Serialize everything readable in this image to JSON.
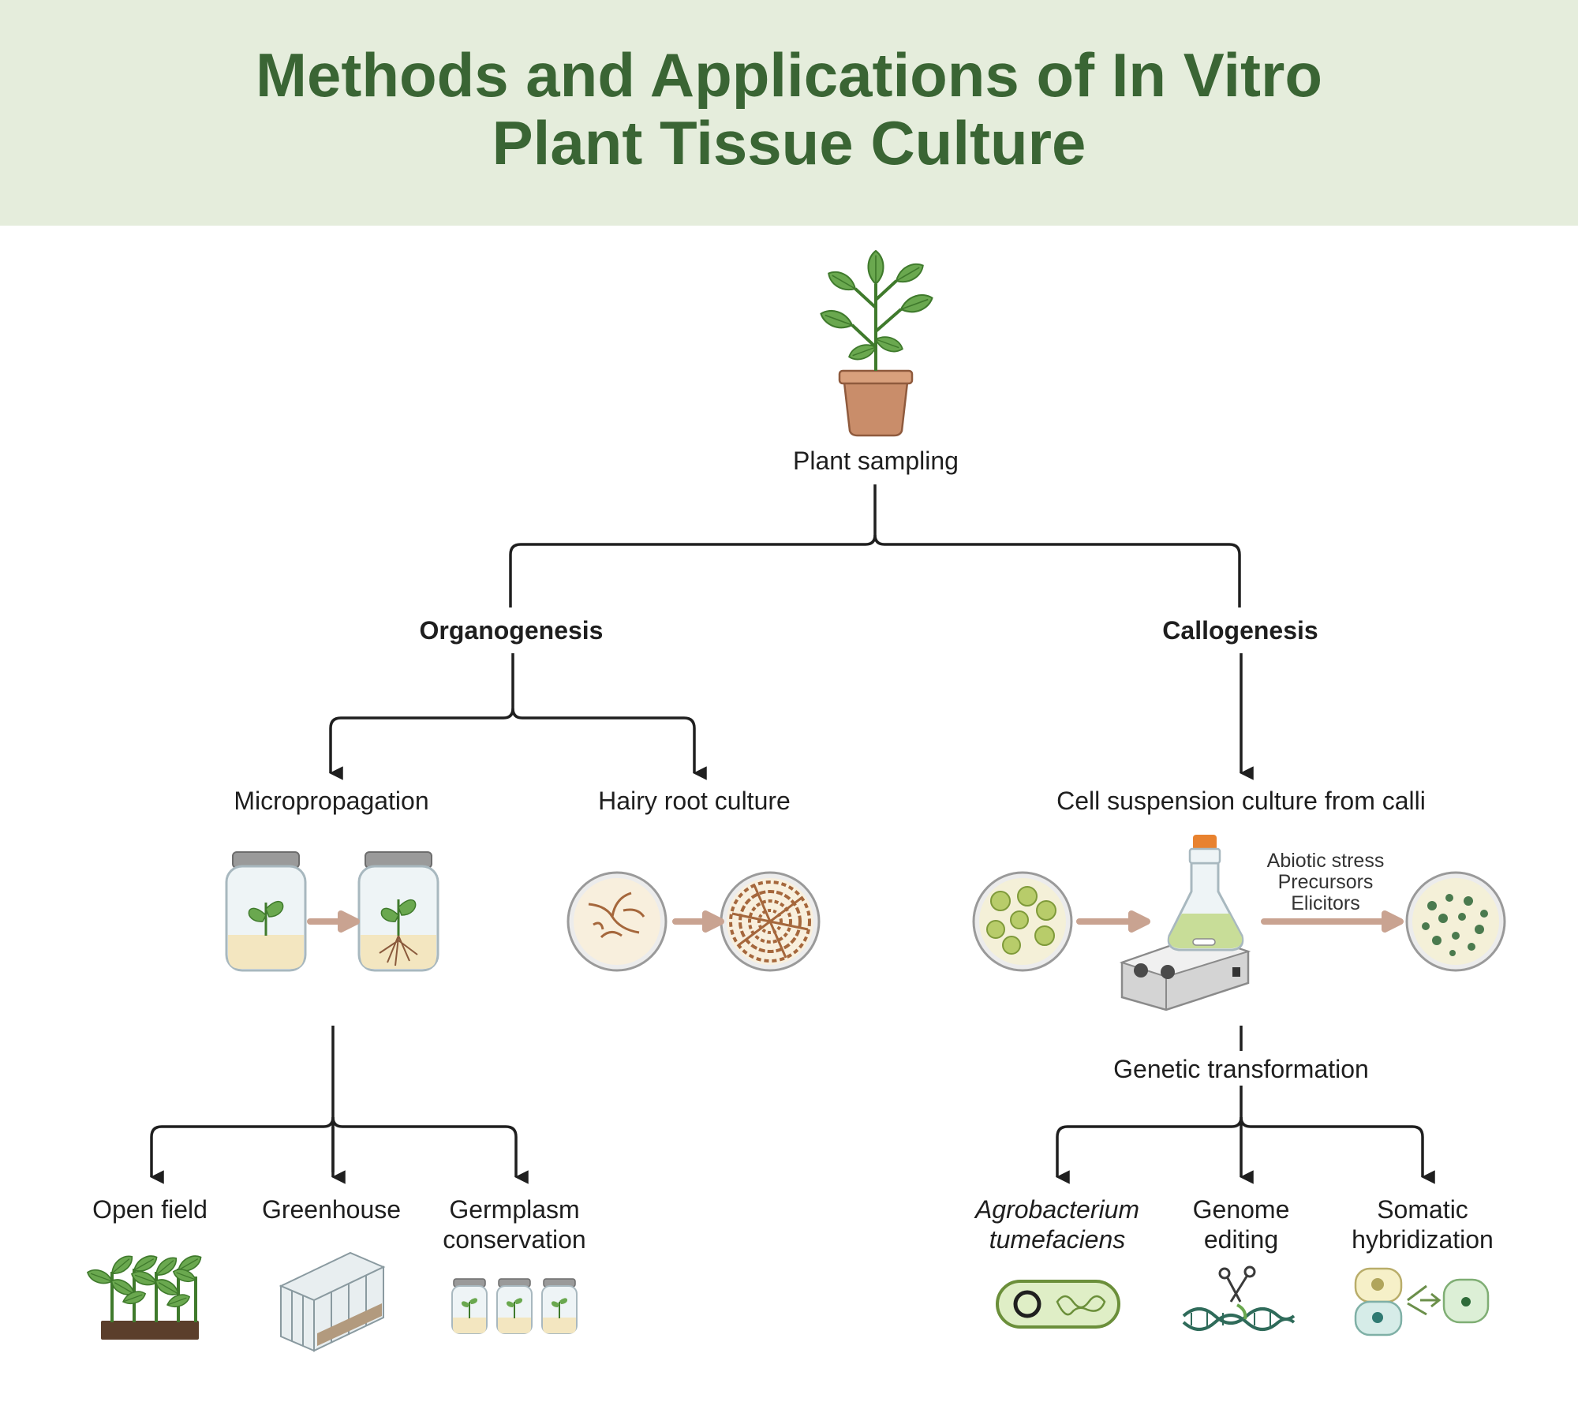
{
  "title": {
    "line1": "Methods and Applications of In Vitro",
    "line2": "Plant Tissue Culture"
  },
  "nodes": {
    "plant_sampling": "Plant sampling",
    "organogenesis": "Organogenesis",
    "callogenesis": "Callogenesis",
    "micropropagation": "Micropropagation",
    "hairy_root": "Hairy root culture",
    "cell_suspension": "Cell suspension culture from calli",
    "genetic_transformation": "Genetic transformation",
    "open_field": "Open field",
    "greenhouse": "Greenhouse",
    "germplasm": {
      "line1": "Germplasm",
      "line2": "conservation"
    },
    "agrobacterium": {
      "line1": "Agrobacterium",
      "line2": "tumefaciens"
    },
    "genome_editing": {
      "line1": "Genome",
      "line2": "editing"
    },
    "somatic": {
      "line1": "Somatic",
      "line2": "hybridization"
    }
  },
  "treatments": [
    "Abiotic stress",
    "Precursors",
    "Elicitors"
  ],
  "colors": {
    "header_bg": "#e5eddc",
    "title": "#3a6534",
    "connector": "#1f1f1f",
    "process_arrow": "#c9a391",
    "leaf": "#6aa84f"
  }
}
